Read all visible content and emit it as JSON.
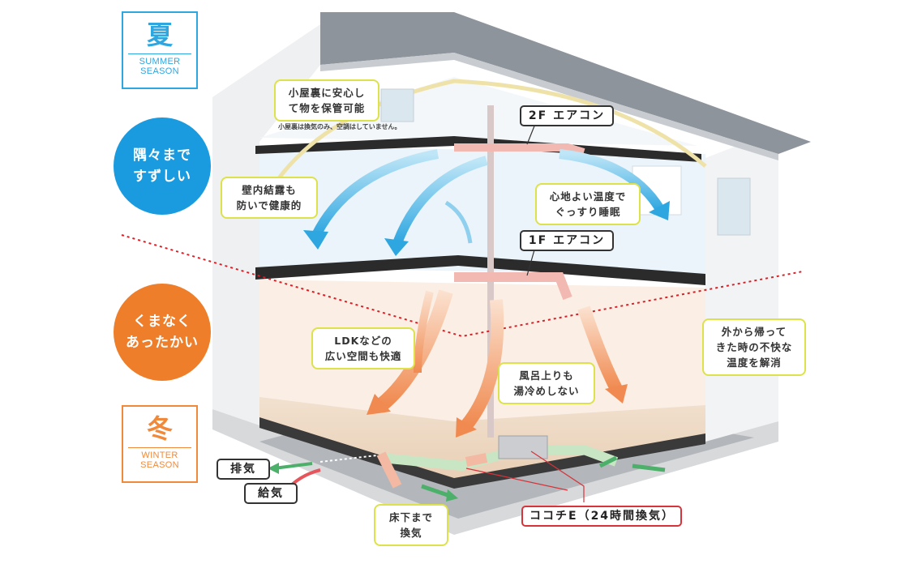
{
  "seasons": {
    "summer": {
      "kanji": "夏",
      "en_line1": "SUMMER",
      "en_line2": "SEASON"
    },
    "winter": {
      "kanji": "冬",
      "en_line1": "WINTER",
      "en_line2": "SEASON"
    }
  },
  "benefits": {
    "cool": {
      "line1": "隅々まで",
      "line2": "すずしい"
    },
    "warm": {
      "line1": "くまなく",
      "line2": "あったかい"
    }
  },
  "callouts": {
    "attic": "小屋裏に安心し\nて物を保管可能",
    "attic_note": "小屋裏は換気のみ、空調はしていません。",
    "wall": "壁内結露も\n防いで健康的",
    "sleep": "心地よい温度で\nぐっすり睡眠",
    "ldk": "LDKなどの\n広い空間も快適",
    "bath": "風呂上りも\n湯冷めしない",
    "outside": "外から帰って\nきた時の不快な\n温度を解消",
    "underfloor": "床下まで\n換気"
  },
  "tags": {
    "ac_2f": "2F エアコン",
    "ac_1f": "1F エアコン",
    "exhaust": "排気",
    "supply": "給気",
    "system": "ココチE（24時間換気）"
  },
  "colors": {
    "summer": "#2ea6e0",
    "cool_circle": "#1a9be0",
    "winter": "#f08a3a",
    "warm_circle": "#ee7e2a",
    "callout_border": "#dde24a",
    "divider": "#d2232a",
    "roof": "#8d949c"
  }
}
